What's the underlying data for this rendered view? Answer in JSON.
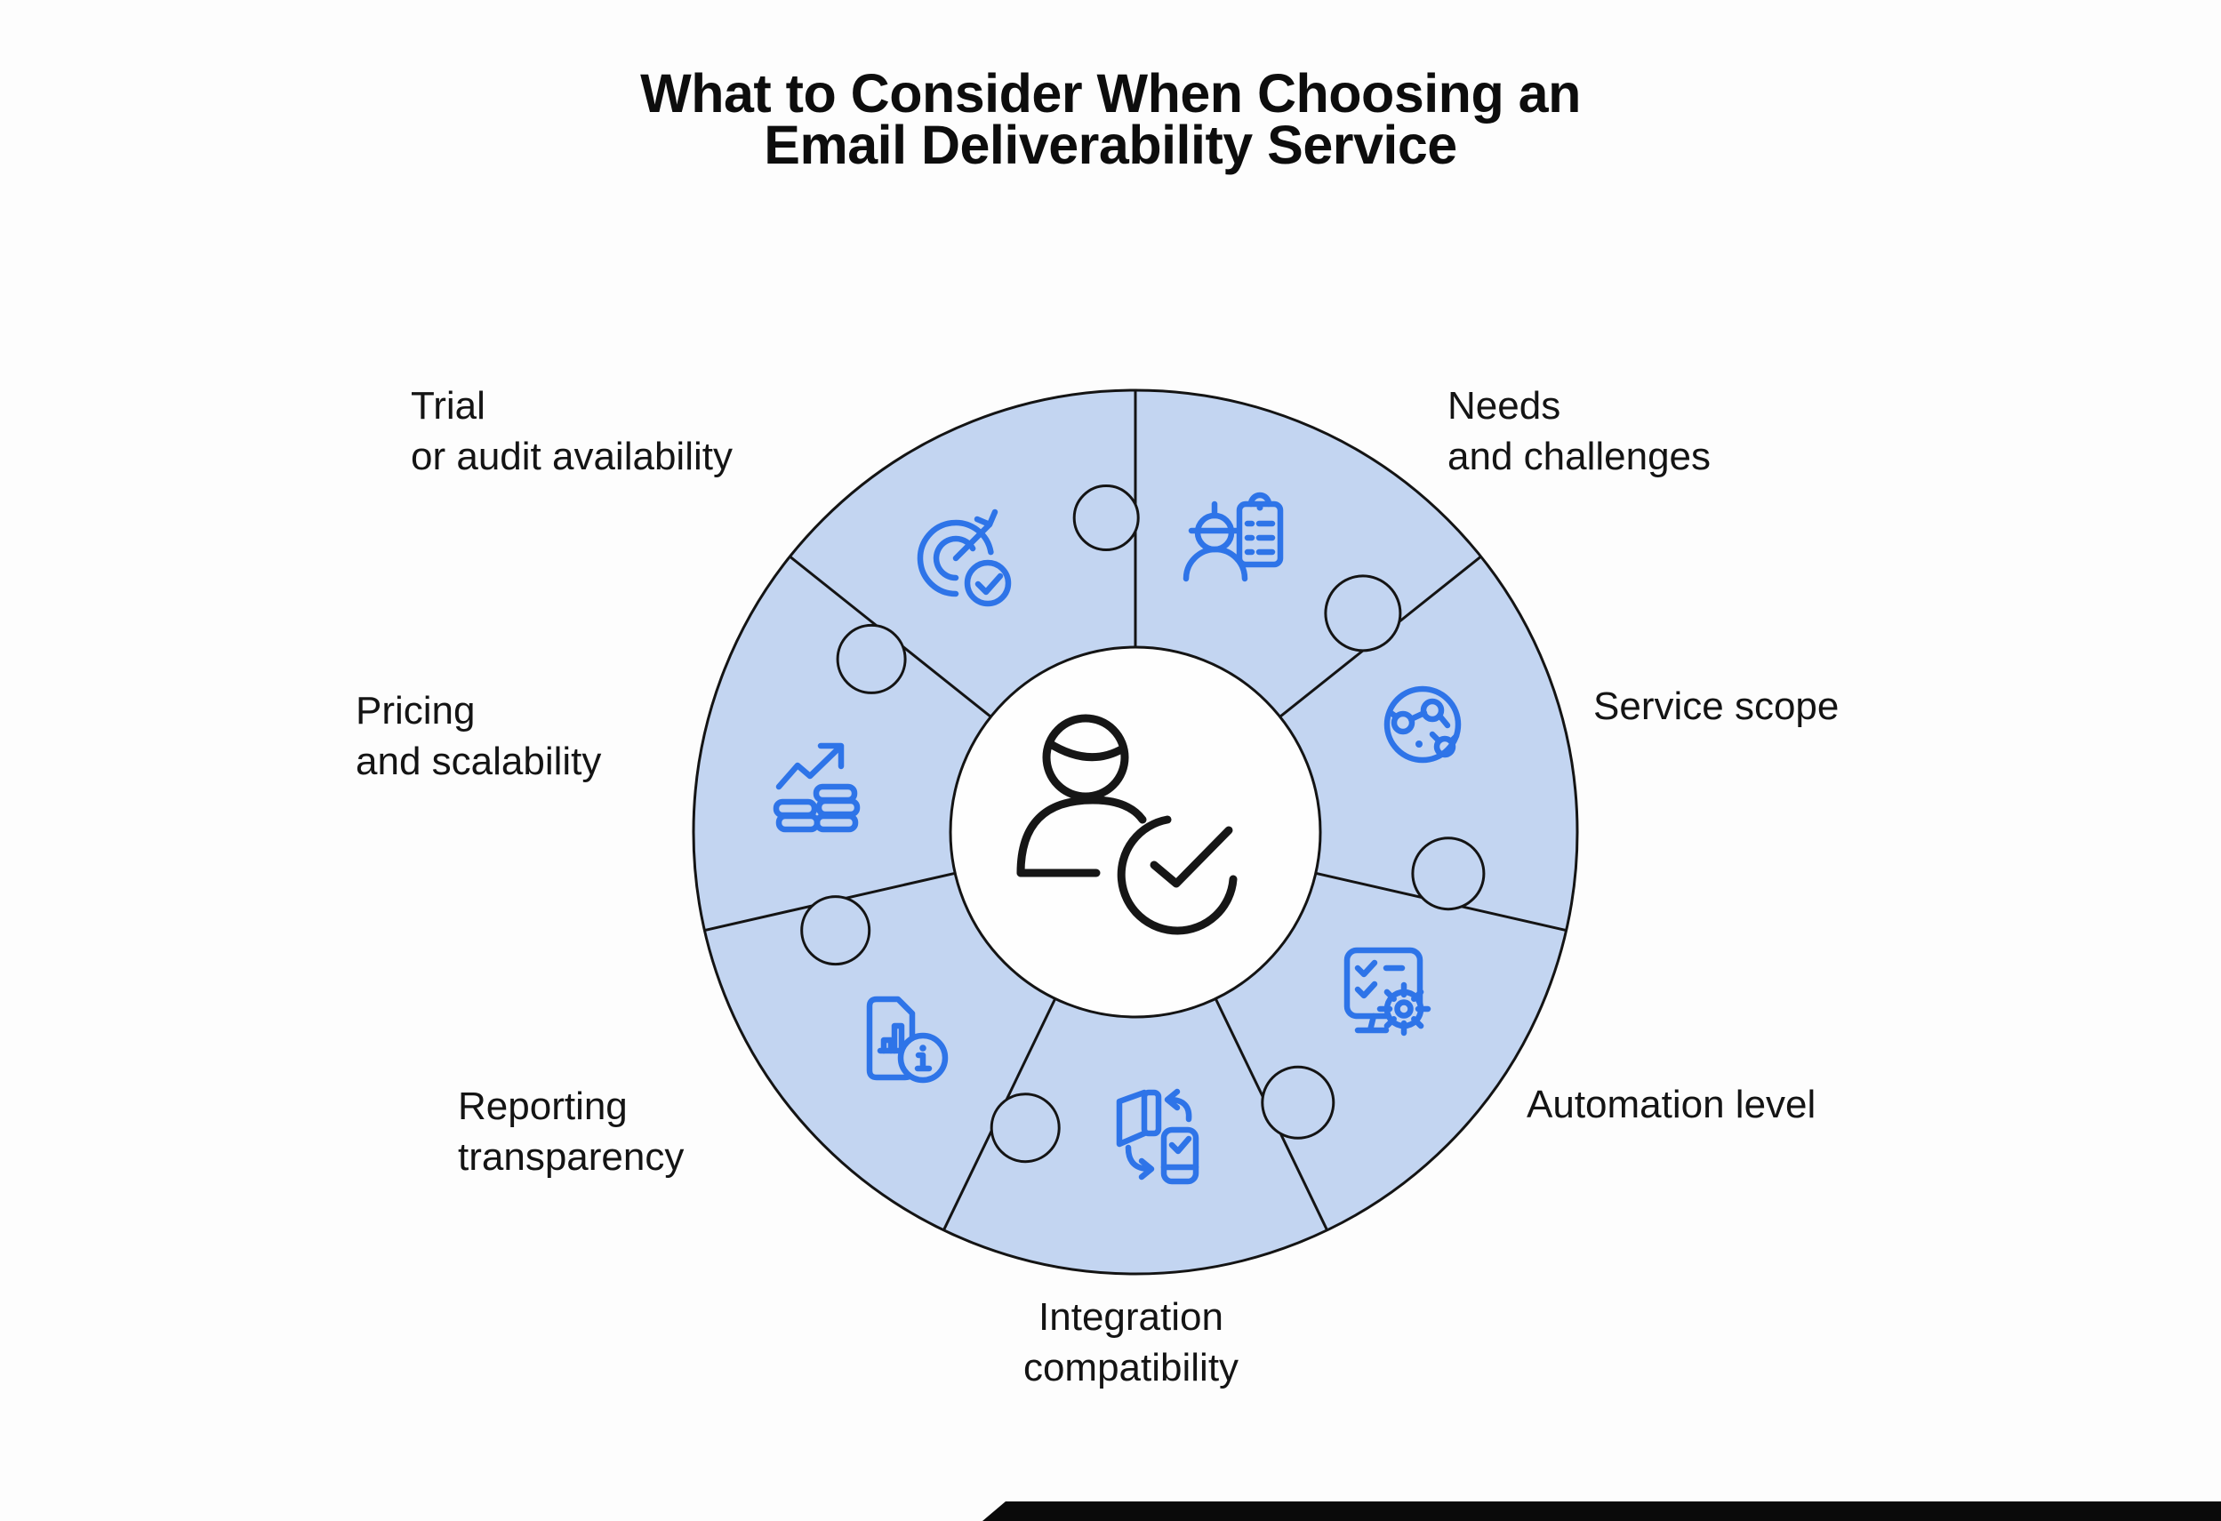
{
  "title": {
    "lines": [
      "What to Consider When Choosing an",
      "Email Deliverability Service"
    ]
  },
  "segments": [
    {
      "id": "trial",
      "icon": "target-check-icon",
      "lines": [
        "Trial",
        "or audit availability"
      ]
    },
    {
      "id": "needs",
      "icon": "worker-clipboard-icon",
      "lines": [
        "Needs",
        "and challenges"
      ]
    },
    {
      "id": "service",
      "icon": "globe-network-icon",
      "lines": [
        "Service scope"
      ]
    },
    {
      "id": "automation",
      "icon": "checklist-gear-icon",
      "lines": [
        "Automation level"
      ]
    },
    {
      "id": "integration",
      "icon": "device-swap-icon",
      "lines": [
        "Integration",
        "compatibility"
      ]
    },
    {
      "id": "reporting",
      "icon": "report-info-icon",
      "lines": [
        "Reporting",
        "transparency"
      ]
    },
    {
      "id": "pricing",
      "icon": "growth-coins-icon",
      "lines": [
        "Pricing",
        "and scalability"
      ]
    }
  ],
  "center": {
    "icon": "person-check-icon"
  },
  "colors": {
    "segment_fill": "#c3d5f1",
    "segment_stroke": "#141414",
    "icon_blue": "#2e74e8",
    "title_text": "#0d0d0d",
    "label_text": "#141414",
    "background": "#fdfdfd",
    "footer_bar": "#0a0a0a"
  }
}
